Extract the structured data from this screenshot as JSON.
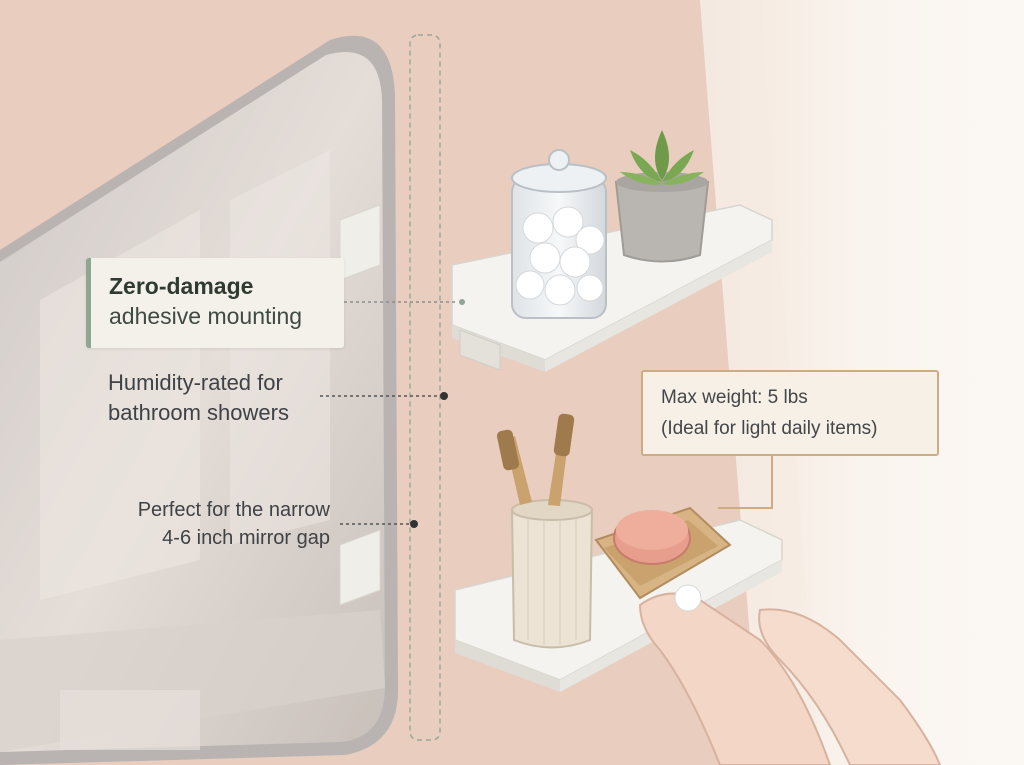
{
  "callouts": {
    "zero_damage": {
      "title": "Zero-damage",
      "subtitle": "adhesive mounting"
    },
    "humidity": {
      "line1": "Humidity-rated for",
      "line2": "bathroom showers"
    },
    "gap": {
      "line1": "Perfect for the narrow",
      "line2": "4-6 inch mirror gap"
    },
    "weight": {
      "line1": "Max weight: 5 lbs",
      "line2": "(Ideal for light daily items)"
    }
  },
  "colors": {
    "wall": "#e9cdbf",
    "window_light": "#f7f0e8",
    "accent_green": "#8ea792",
    "accent_tan": "#cfab84",
    "shelf_white": "#f4f3ef"
  }
}
